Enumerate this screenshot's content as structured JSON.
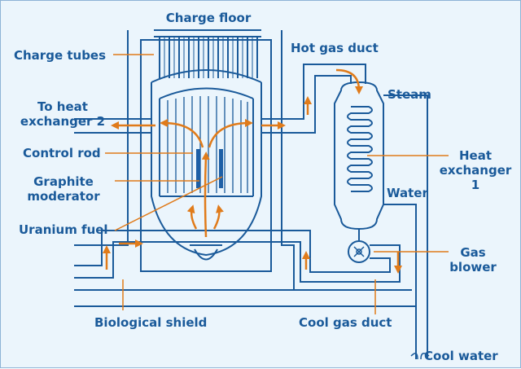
{
  "labels": {
    "charge_floor": "Charge floor",
    "charge_tubes": "Charge tubes",
    "hot_gas_duct": "Hot gas duct",
    "steam": "Steam",
    "to_heat_exchanger_2_line1": "To heat",
    "to_heat_exchanger_2_line2": "exchanger 2",
    "control_rod": "Control rod",
    "graphite_moderator_line1": "Graphite",
    "graphite_moderator_line2": "moderator",
    "uranium_fuel": "Uranium fuel",
    "heat_exchanger_line1": "Heat",
    "heat_exchanger_line2": "exchanger",
    "heat_exchanger_line3": "1",
    "water": "Water",
    "gas_blower_line1": "Gas",
    "gas_blower_line2": "blower",
    "biological_shield": "Biological shield",
    "cool_gas_duct": "Cool gas duct",
    "cool_water": "Cool water"
  },
  "colors": {
    "line": "#1a5a9a",
    "flow": "#e07b1a",
    "moderator": "#1d5fa6",
    "background": "#ebf5fc"
  },
  "icons": {
    "flow_arrow": "flow-arrow-icon",
    "gas_blower": "fan-icon"
  }
}
